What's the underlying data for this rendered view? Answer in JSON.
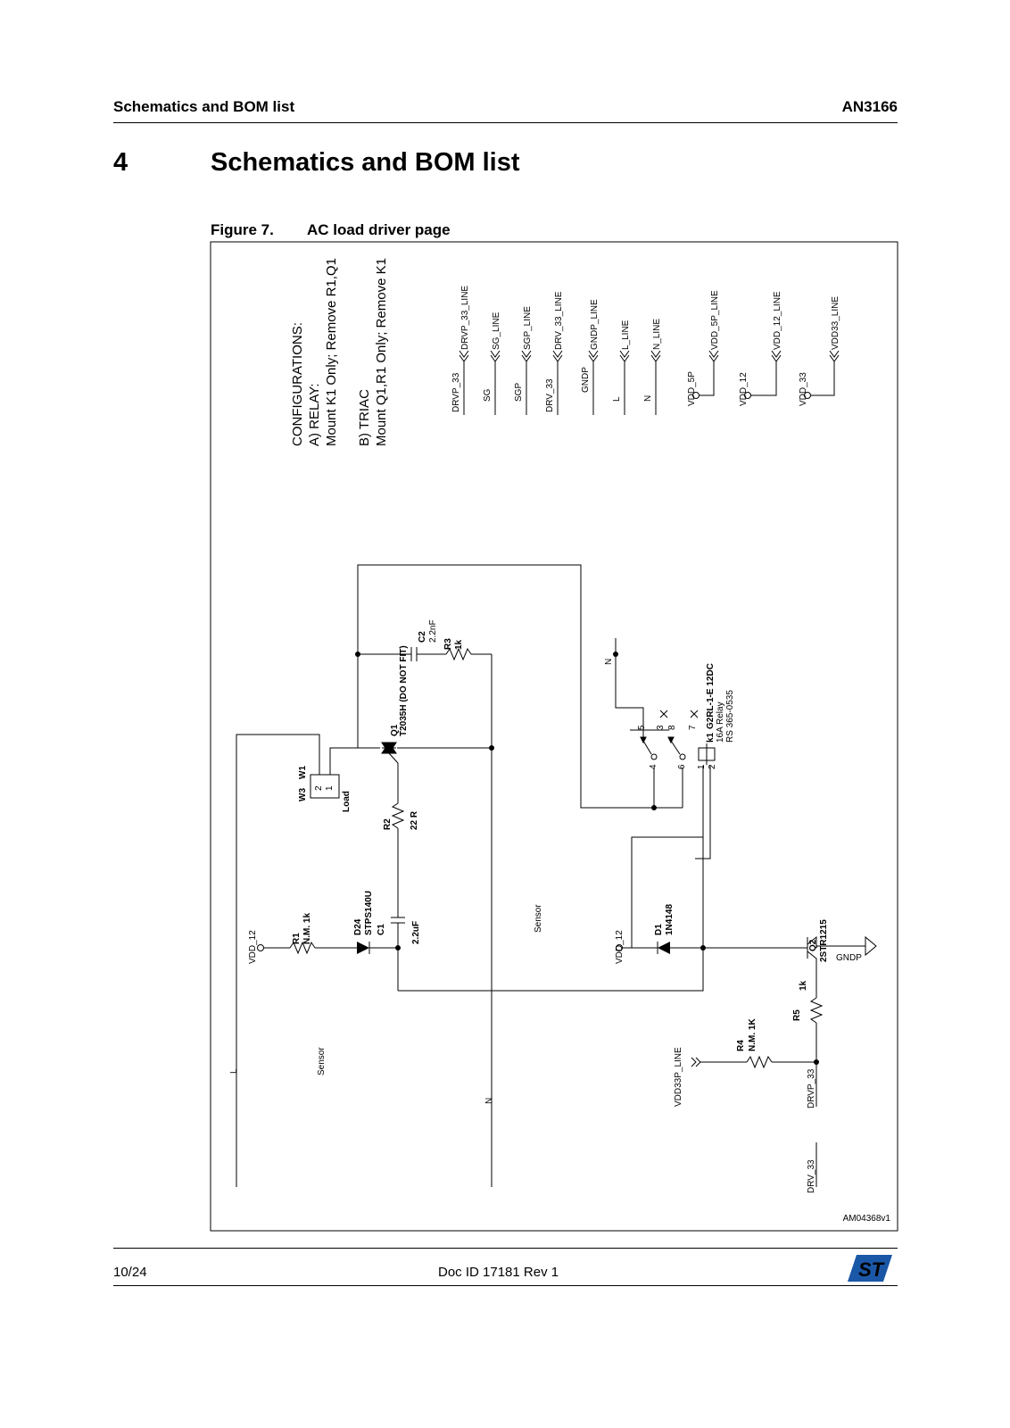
{
  "header": {
    "left": "Schematics and BOM list",
    "right": "AN3166"
  },
  "section": {
    "number": "4",
    "title": "Schematics and BOM list"
  },
  "figure": {
    "label": "Figure 7.",
    "title": "AC load driver page",
    "ref": "AM04368v1"
  },
  "schematic": {
    "config": {
      "title": "CONFIGURATIONS:",
      "a_head": "A) RELAY:",
      "a_body": "Mount K1 Only; Remove R1,Q1",
      "b_head": "B) TRIAC",
      "b_body": "Mount Q1,R1 Only; Remove K1"
    },
    "nets": [
      {
        "name": "DRVP_33",
        "line": "DRVP_33_LINE"
      },
      {
        "name": "SG",
        "line": "SG_LINE"
      },
      {
        "name": "SGP",
        "line": "SGP_LINE"
      },
      {
        "name": "DRV_33",
        "line": "DRV_33_LINE"
      },
      {
        "name": "GNDP",
        "line": "GNDP_LINE"
      },
      {
        "name": "L",
        "line": "L_LINE"
      },
      {
        "name": "N",
        "line": "N_LINE"
      },
      {
        "name": "VDD_5P",
        "line": "VDD_5P_LINE"
      },
      {
        "name": "VDD_12",
        "line": "VDD_12_LINE"
      },
      {
        "name": "VDD_33",
        "line": "VDD33_LINE"
      }
    ],
    "components": {
      "q1_ref": "Q1",
      "q1_val": "T2035H (DO NOT FIT)",
      "c2_ref": "C2",
      "c2_val": "2.2nF",
      "r3_ref": "R3",
      "r3_val": "1k",
      "w3": "W3",
      "w1": "W1",
      "load": "Load",
      "pin2": "2",
      "pin1": "1",
      "r2_ref": "R2",
      "r2_val": "22 R",
      "d24_ref": "D24",
      "d24_val": "STPS140U",
      "c1_ref": "C1",
      "c1_val": "2.2uF",
      "r1_ref": "R1",
      "r1_val": "N.M. 1k",
      "vdd12_a": "VDD_12",
      "vdd12_b": "VDD_12",
      "sensor_a": "Sensor",
      "sensor_b": "Sensor",
      "l_net": "L",
      "n_net_a": "N",
      "n_net_b": "N",
      "k1_ref": "k1",
      "k1_val": "G2RL-1-E 12DC",
      "k1_desc": "16A Relay",
      "k1_rs": "RS 365-0535",
      "k1_p5": "5",
      "k1_p3": "3",
      "k1_p8": "8",
      "k1_p7": "7",
      "k1_p4": "4",
      "k1_p6": "6",
      "k1_p1": "1",
      "k1_p2": "2",
      "d1_ref": "D1",
      "d1_val": "1N4148",
      "q2_ref": "Q2",
      "q2_val": "2STR1215",
      "gndp": "GNDP",
      "r5_ref": "R5",
      "r5_val": "1k",
      "r4_ref": "R4",
      "r4_val": "N.M. 1K",
      "vdd33p_line": "VDD33P_LINE",
      "drvp33": "DRVP_33",
      "drv33": "DRV_33"
    }
  },
  "footer": {
    "page": "10/24",
    "doc_id": "Doc ID 17181 Rev 1",
    "logo_text": "ST"
  }
}
